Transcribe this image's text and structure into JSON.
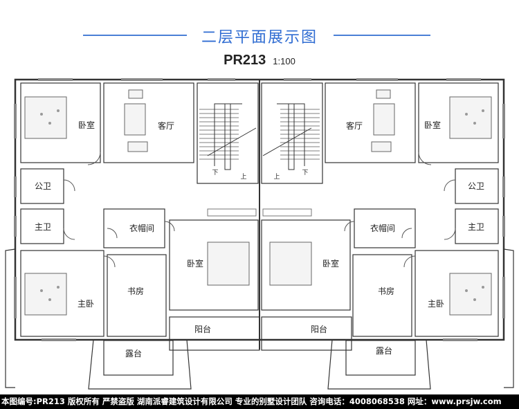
{
  "header": {
    "title": "二层平面展示图",
    "code": "PR213",
    "scale": "1:100"
  },
  "rooms": {
    "bedroom": "卧室",
    "living_room": "客厅",
    "public_bath": "公卫",
    "master_bath": "主卫",
    "cloakroom": "衣帽间",
    "master_bedroom": "主卧",
    "study": "书房",
    "balcony": "阳台",
    "terrace": "露台"
  },
  "stairs": {
    "down": "下",
    "up": "上"
  },
  "footer": {
    "text": "本图编号:PR213 版权所有 严禁盗版 湖南派睿建筑设计有限公司 专业的别墅设计团队 咨询电话：4008068538 网址：www.prsjw.com"
  },
  "colors": {
    "title_blue": "#2f6cd2",
    "wall": "#333333",
    "footer_bg": "#000000"
  }
}
